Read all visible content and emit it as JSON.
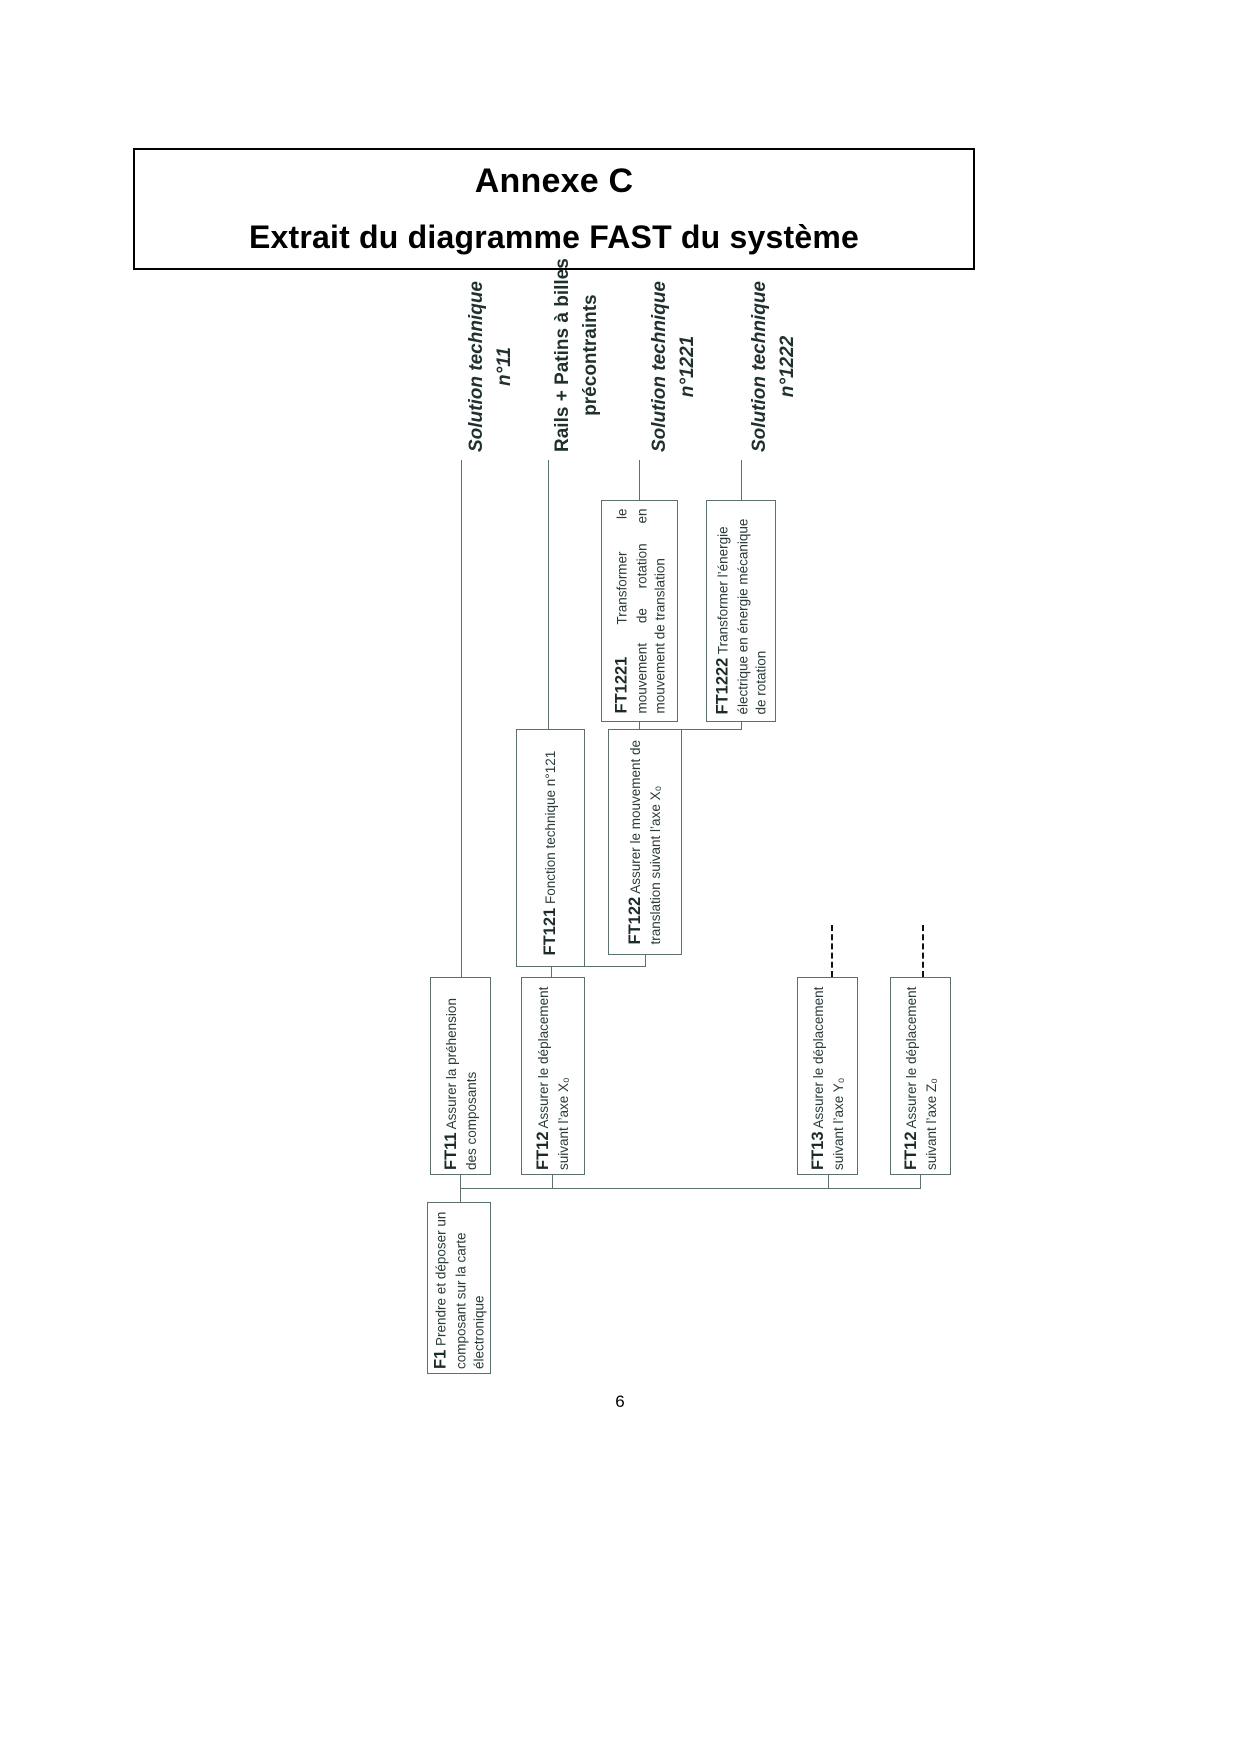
{
  "header": {
    "line1": "Annexe C",
    "line2": "Extrait du diagramme FAST du système"
  },
  "top_labels": [
    {
      "id": "sol-11",
      "line1": "Solution technique",
      "line2": "n°11",
      "style": "italic"
    },
    {
      "id": "rails",
      "line1": "Rails + Patins à billes",
      "line2": "précontraints",
      "style": "normal"
    },
    {
      "id": "sol-1221",
      "line1": "Solution technique",
      "line2": "n°1221",
      "style": "italic"
    },
    {
      "id": "sol-1222",
      "line1": "Solution technique",
      "line2": "n°1222",
      "style": "italic"
    }
  ],
  "nodes": {
    "f1": {
      "code": "F1",
      "text": "Prendre et déposer un composant sur la carte électronique"
    },
    "ft11": {
      "code": "FT11",
      "text": "Assurer la préhension des composants"
    },
    "ft12x": {
      "code": "FT12",
      "text": "Assurer le déplacement suivant l’axe X₀"
    },
    "ft13y": {
      "code": "FT13",
      "text": "Assurer le déplacement suivant l’axe Y₀"
    },
    "ft12z": {
      "code": "FT12",
      "text": "Assurer le déplacement suivant l’axe Z₀"
    },
    "ft121": {
      "code": "FT121",
      "text": "Fonction technique n°121"
    },
    "ft122": {
      "code": "FT122",
      "text": "Assurer le mouvement de translation suivant l’axe X₀"
    },
    "ft1221": {
      "code": "FT1221",
      "text": "Transformer le mouvement de rotation en mouvement de translation"
    },
    "ft1222": {
      "code": "FT1222",
      "text": "Transformer l’énergie électrique en énergie mécanique de rotation"
    }
  },
  "page_number": "6",
  "colors": {
    "box_border": "#5d7070",
    "text": "#2b3b3b",
    "title_border": "#000000"
  }
}
